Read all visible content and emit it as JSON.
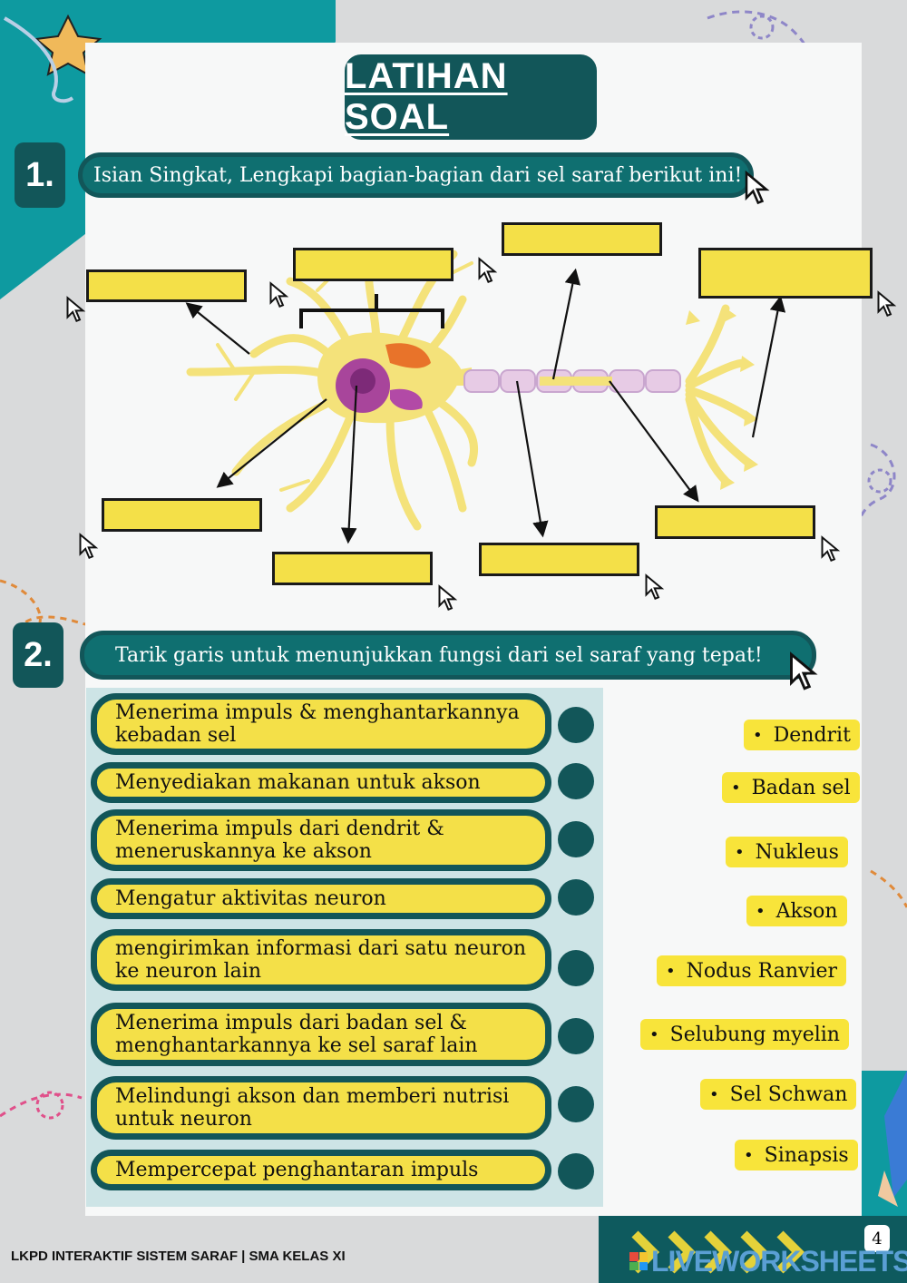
{
  "title": "LATIHAN SOAL",
  "q1": {
    "number": "1.",
    "instruction": "Isian Singkat, Lengkapi bagian-bagian dari sel saraf berikut ini!"
  },
  "q2": {
    "number": "2.",
    "instruction": "Tarik garis untuk menunjukkan fungsi dari sel saraf yang tepat!",
    "statements": [
      "Menerima impuls & menghantarkannya kebadan sel",
      "Menyediakan makanan untuk akson",
      "Menerima impuls dari dendrit & meneruskannya ke akson",
      "Mengatur aktivitas neuron",
      "mengirimkan informasi dari satu neuron ke neuron lain",
      "Menerima impuls dari badan sel & menghantarkannya ke sel saraf lain",
      "Melindungi akson dan memberi nutrisi untuk neuron",
      "Mempercepat penghantaran impuls"
    ],
    "terms": [
      "Dendrit",
      "Badan sel",
      "Nukleus",
      "Akson",
      "Nodus Ranvier",
      "Selubung myelin",
      "Sel Schwan",
      "Sinapsis"
    ]
  },
  "footer": "LKPD INTERAKTIF SISTEM SARAF | SMA KELAS XI",
  "page_number": "4",
  "watermark": "LIVEWORKSHEETS",
  "colors": {
    "teal_dark": "#125659",
    "teal": "#0e9aa0",
    "yellow": "#f4e048",
    "panel": "#cde4e6"
  }
}
